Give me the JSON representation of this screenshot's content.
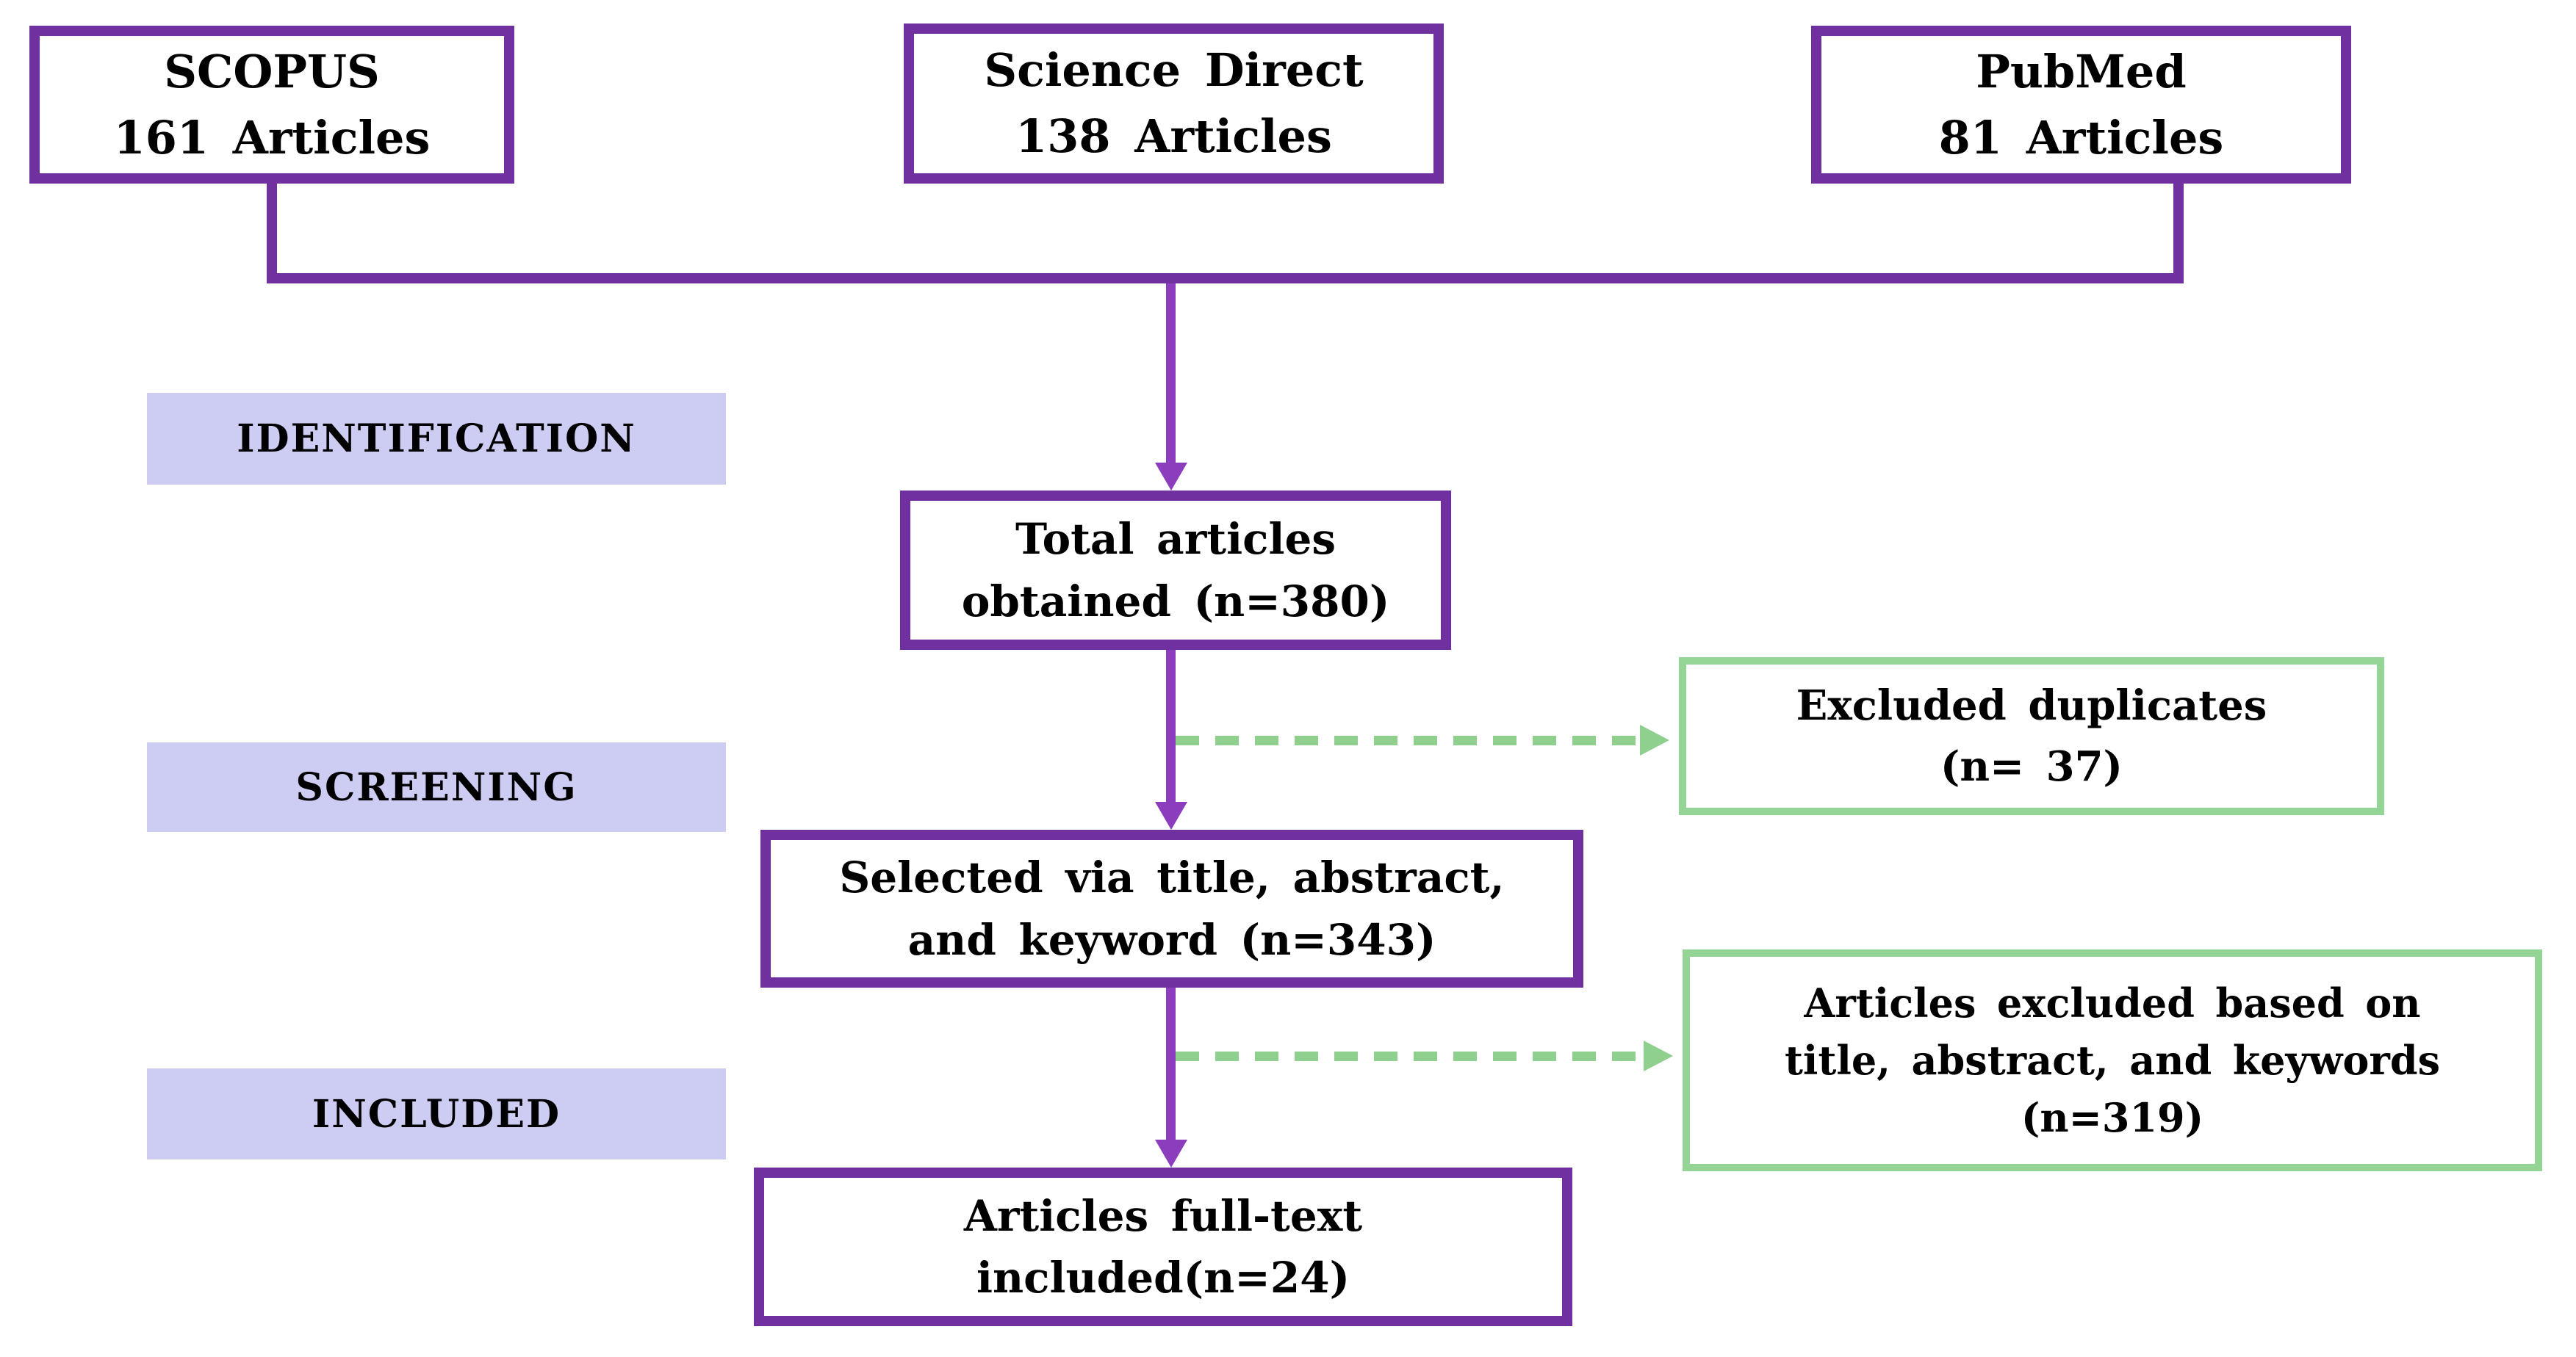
{
  "sources": [
    {
      "name": "SCOPUS",
      "count": "161 Articles"
    },
    {
      "name": "Science Direct",
      "count": "138 Articles"
    },
    {
      "name": "PubMed",
      "count": "81 Articles"
    }
  ],
  "stages": {
    "identification": {
      "label": "IDENTIFICATION"
    },
    "screening": {
      "label": "SCREENING"
    },
    "included": {
      "label": "INCLUDED"
    }
  },
  "flow": {
    "total": {
      "line1": "Total articles",
      "line2": "obtained (n=380)"
    },
    "selected": {
      "line1": "Selected via title, abstract,",
      "line2": "and keyword (n=343)"
    },
    "full_text": {
      "line1": "Articles full-text",
      "line2": "included(n=24)"
    }
  },
  "exclusions": {
    "duplicates": {
      "line1": "Excluded duplicates",
      "line2": "(n= 37)"
    },
    "screening": {
      "line1": "Articles excluded based on",
      "line2": "title, abstract, and keywords",
      "line3": "(n=319)"
    }
  },
  "colors": {
    "box_border_purple": "#7030A0",
    "arrow_purple": "#8B3DBE",
    "exclusion_border_green": "#94D494",
    "dashed_arrow_green": "#8FD08F",
    "stage_band_lavender": "#CDCDF3",
    "text": "#000000",
    "background": "#FFFFFF"
  }
}
